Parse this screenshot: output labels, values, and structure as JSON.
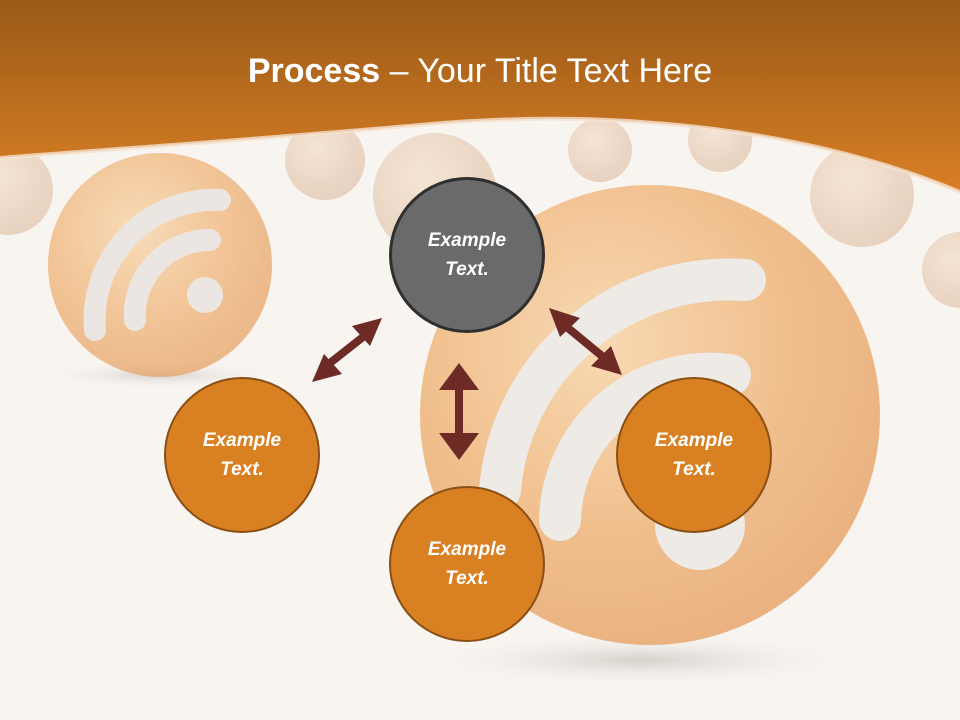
{
  "title": {
    "bold": "Process",
    "regular": " – Your Title Text Here"
  },
  "colors": {
    "accent": "#d98023",
    "header": "#c56f1d",
    "center_node": "#6a6a6a",
    "arrow": "#6e2a25"
  },
  "nodes": {
    "center": "Example\nText.",
    "left": "Example\nText.",
    "bottom": "Example\nText.",
    "right": "Example\nText."
  },
  "background": {
    "decoration": "rss-spheres"
  }
}
